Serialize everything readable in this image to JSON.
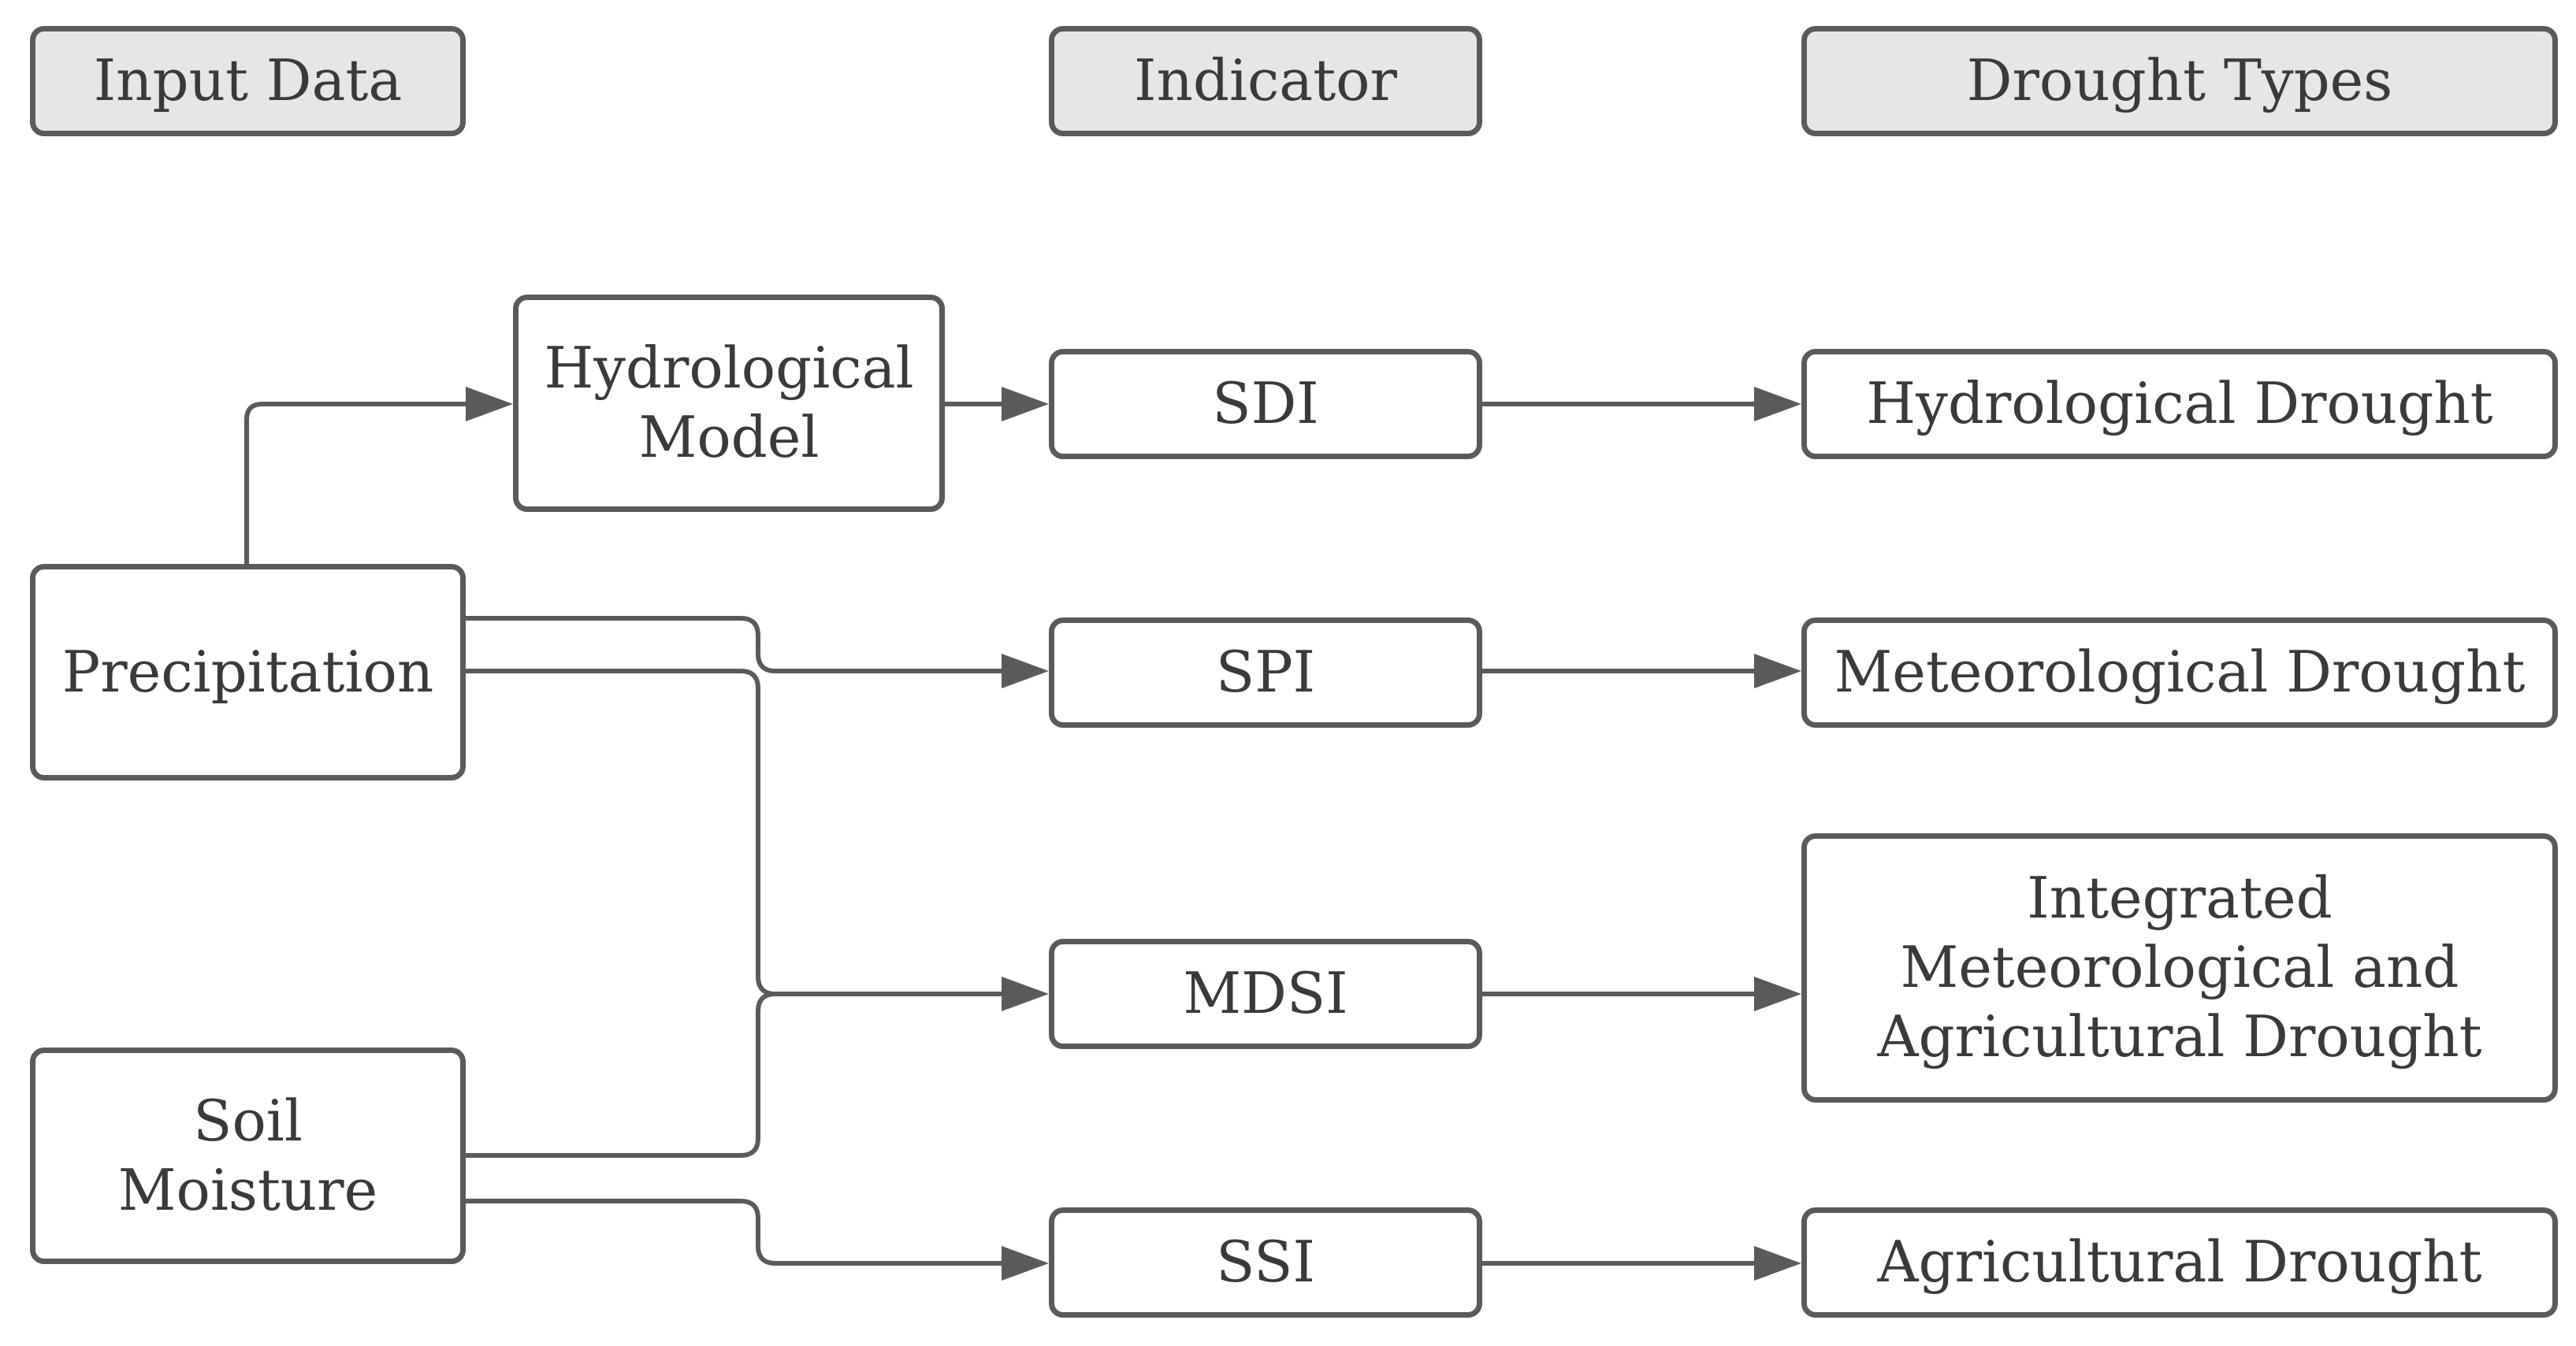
{
  "headers": {
    "input": "Input Data",
    "indicator": "Indicator",
    "drought_types": "Drought Types"
  },
  "inputs": {
    "precipitation": "Precipitation",
    "soil_moisture": "Soil\nMoisture"
  },
  "model": {
    "hydrological_model": "Hydrological\nModel"
  },
  "indicators": {
    "sdi": "SDI",
    "spi": "SPI",
    "mdsi": "MDSI",
    "ssi": "SSI"
  },
  "droughts": {
    "hydrological": "Hydrological Drought",
    "meteorological": "Meteorological Drought",
    "integrated": "Integrated\nMeteorological and\nAgricultural Drought",
    "agricultural": "Agricultural Drought"
  },
  "colors": {
    "stroke": "#5a5a5a",
    "header_fill": "#e6e6e6",
    "box_fill": "#ffffff",
    "text": "#3a3a3a"
  }
}
